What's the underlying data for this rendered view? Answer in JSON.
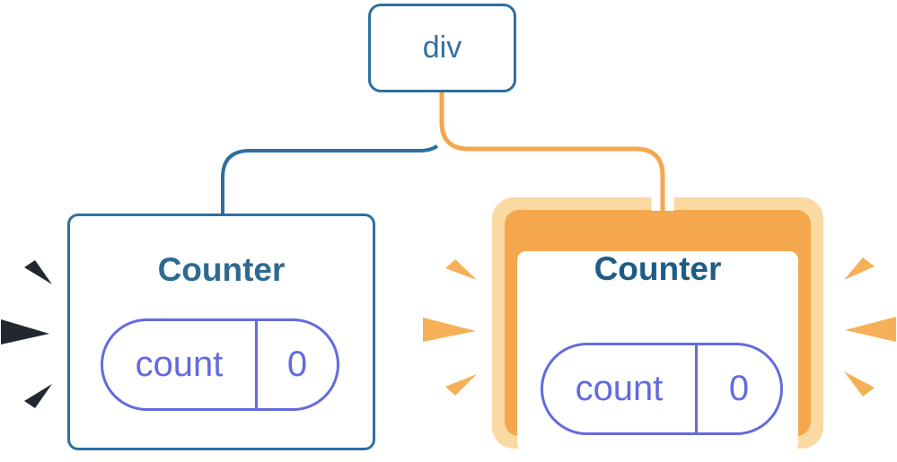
{
  "diagram": {
    "root": {
      "label": "div"
    },
    "children": [
      {
        "label": "Counter",
        "highlighted": false,
        "state": {
          "key": "count",
          "value": "0"
        }
      },
      {
        "label": "Counter",
        "highlighted": true,
        "state": {
          "key": "count",
          "value": "0"
        }
      }
    ]
  },
  "colors": {
    "page_bg": "#FFFFFF",
    "blue": "#2E6FA0",
    "node_text": "#35719F",
    "title": "#2D6A91",
    "title_highlight": "#1D5C85",
    "purple": "#646BDD",
    "orange": "#F4A74C",
    "orange_glow": "#FBD9A3",
    "spark_orange": "#F6B057",
    "spark_dark": "#23272F",
    "casing": "#FFFFFF"
  }
}
